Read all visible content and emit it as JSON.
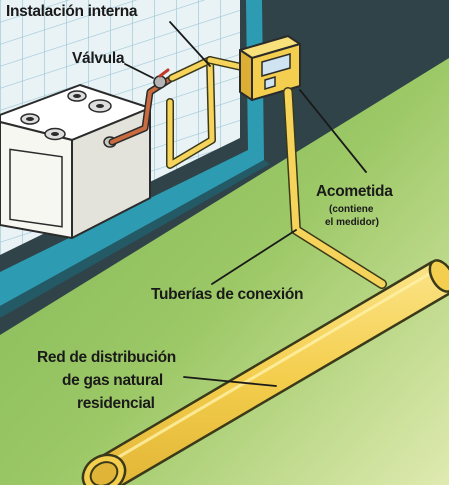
{
  "labels": {
    "instalacion": "Instalación interna",
    "valvula": "Válvula",
    "acometida": "Acometida",
    "contiene_1": "(contiene",
    "contiene_2": "el medidor)",
    "tuberias": "Tuberías de conexión",
    "red_1": "Red de distribución",
    "red_2": "de gas natural",
    "red_3": "residencial"
  },
  "colors": {
    "lawn": "#89be5c",
    "lawn_light": "#cde29c",
    "wall_dark": "#2f4349",
    "wall_teal": "#2d9cb3",
    "tile": "#e9f2f5",
    "tile_grid": "#9cc8d6",
    "pipe_yellow": "#f6d35a",
    "pipe_outline": "#3a3a1a",
    "copper": "#c96a3f",
    "stove": "#f4f4f0",
    "label_text": "#1a1a1a"
  }
}
